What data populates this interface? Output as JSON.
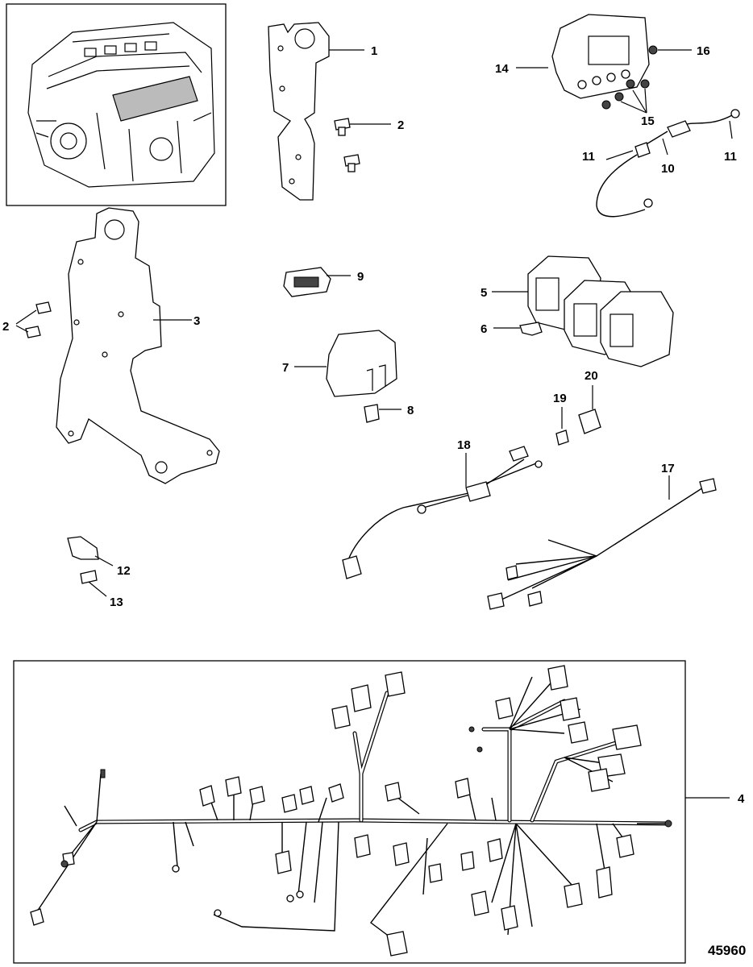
{
  "callouts": {
    "c1": "1",
    "c2a": "2",
    "c2b": "2",
    "c3": "3",
    "c4": "4",
    "c5": "5",
    "c6": "6",
    "c7": "7",
    "c8": "8",
    "c9": "9",
    "c10": "10",
    "c11a": "11",
    "c11b": "11",
    "c12": "12",
    "c13": "13",
    "c14": "14",
    "c15": "15",
    "c16": "16",
    "c17": "17",
    "c18": "18",
    "c19": "19",
    "c20": "20"
  },
  "figure_number": "45960"
}
